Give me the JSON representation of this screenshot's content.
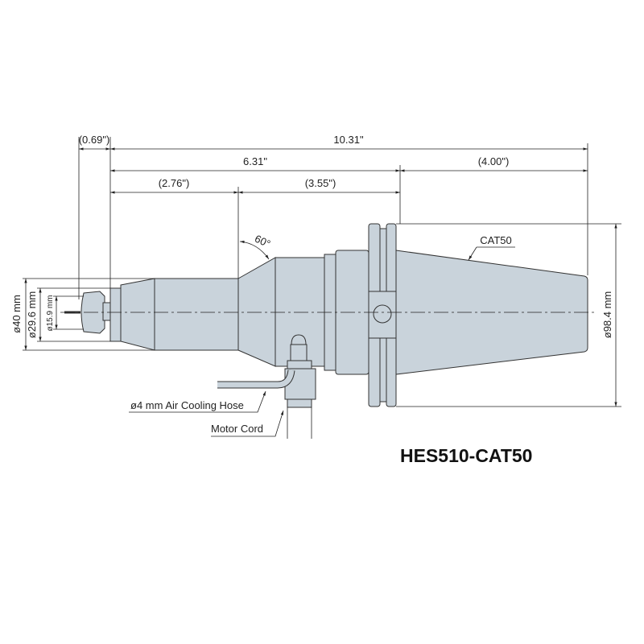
{
  "title": "HES510-CAT50",
  "dimensions": {
    "overall": "10.31\"",
    "front": "(0.69\")",
    "shank_total": "6.31\"",
    "taper": "(4.00\")",
    "nose": "(2.76\")",
    "mid": "(3.55\")",
    "angle": "60°",
    "dia_40": "ø40 mm",
    "dia_29_6": "ø29.6 mm",
    "dia_15_9": "ø15.9 mm",
    "dia_98_4": "ø98.4 mm"
  },
  "labels": {
    "cat50": "CAT50",
    "air_hose": "ø4 mm Air Cooling Hose",
    "motor_cord": "Motor Cord"
  },
  "colors": {
    "body": "#c9d3db",
    "line": "#222222"
  }
}
